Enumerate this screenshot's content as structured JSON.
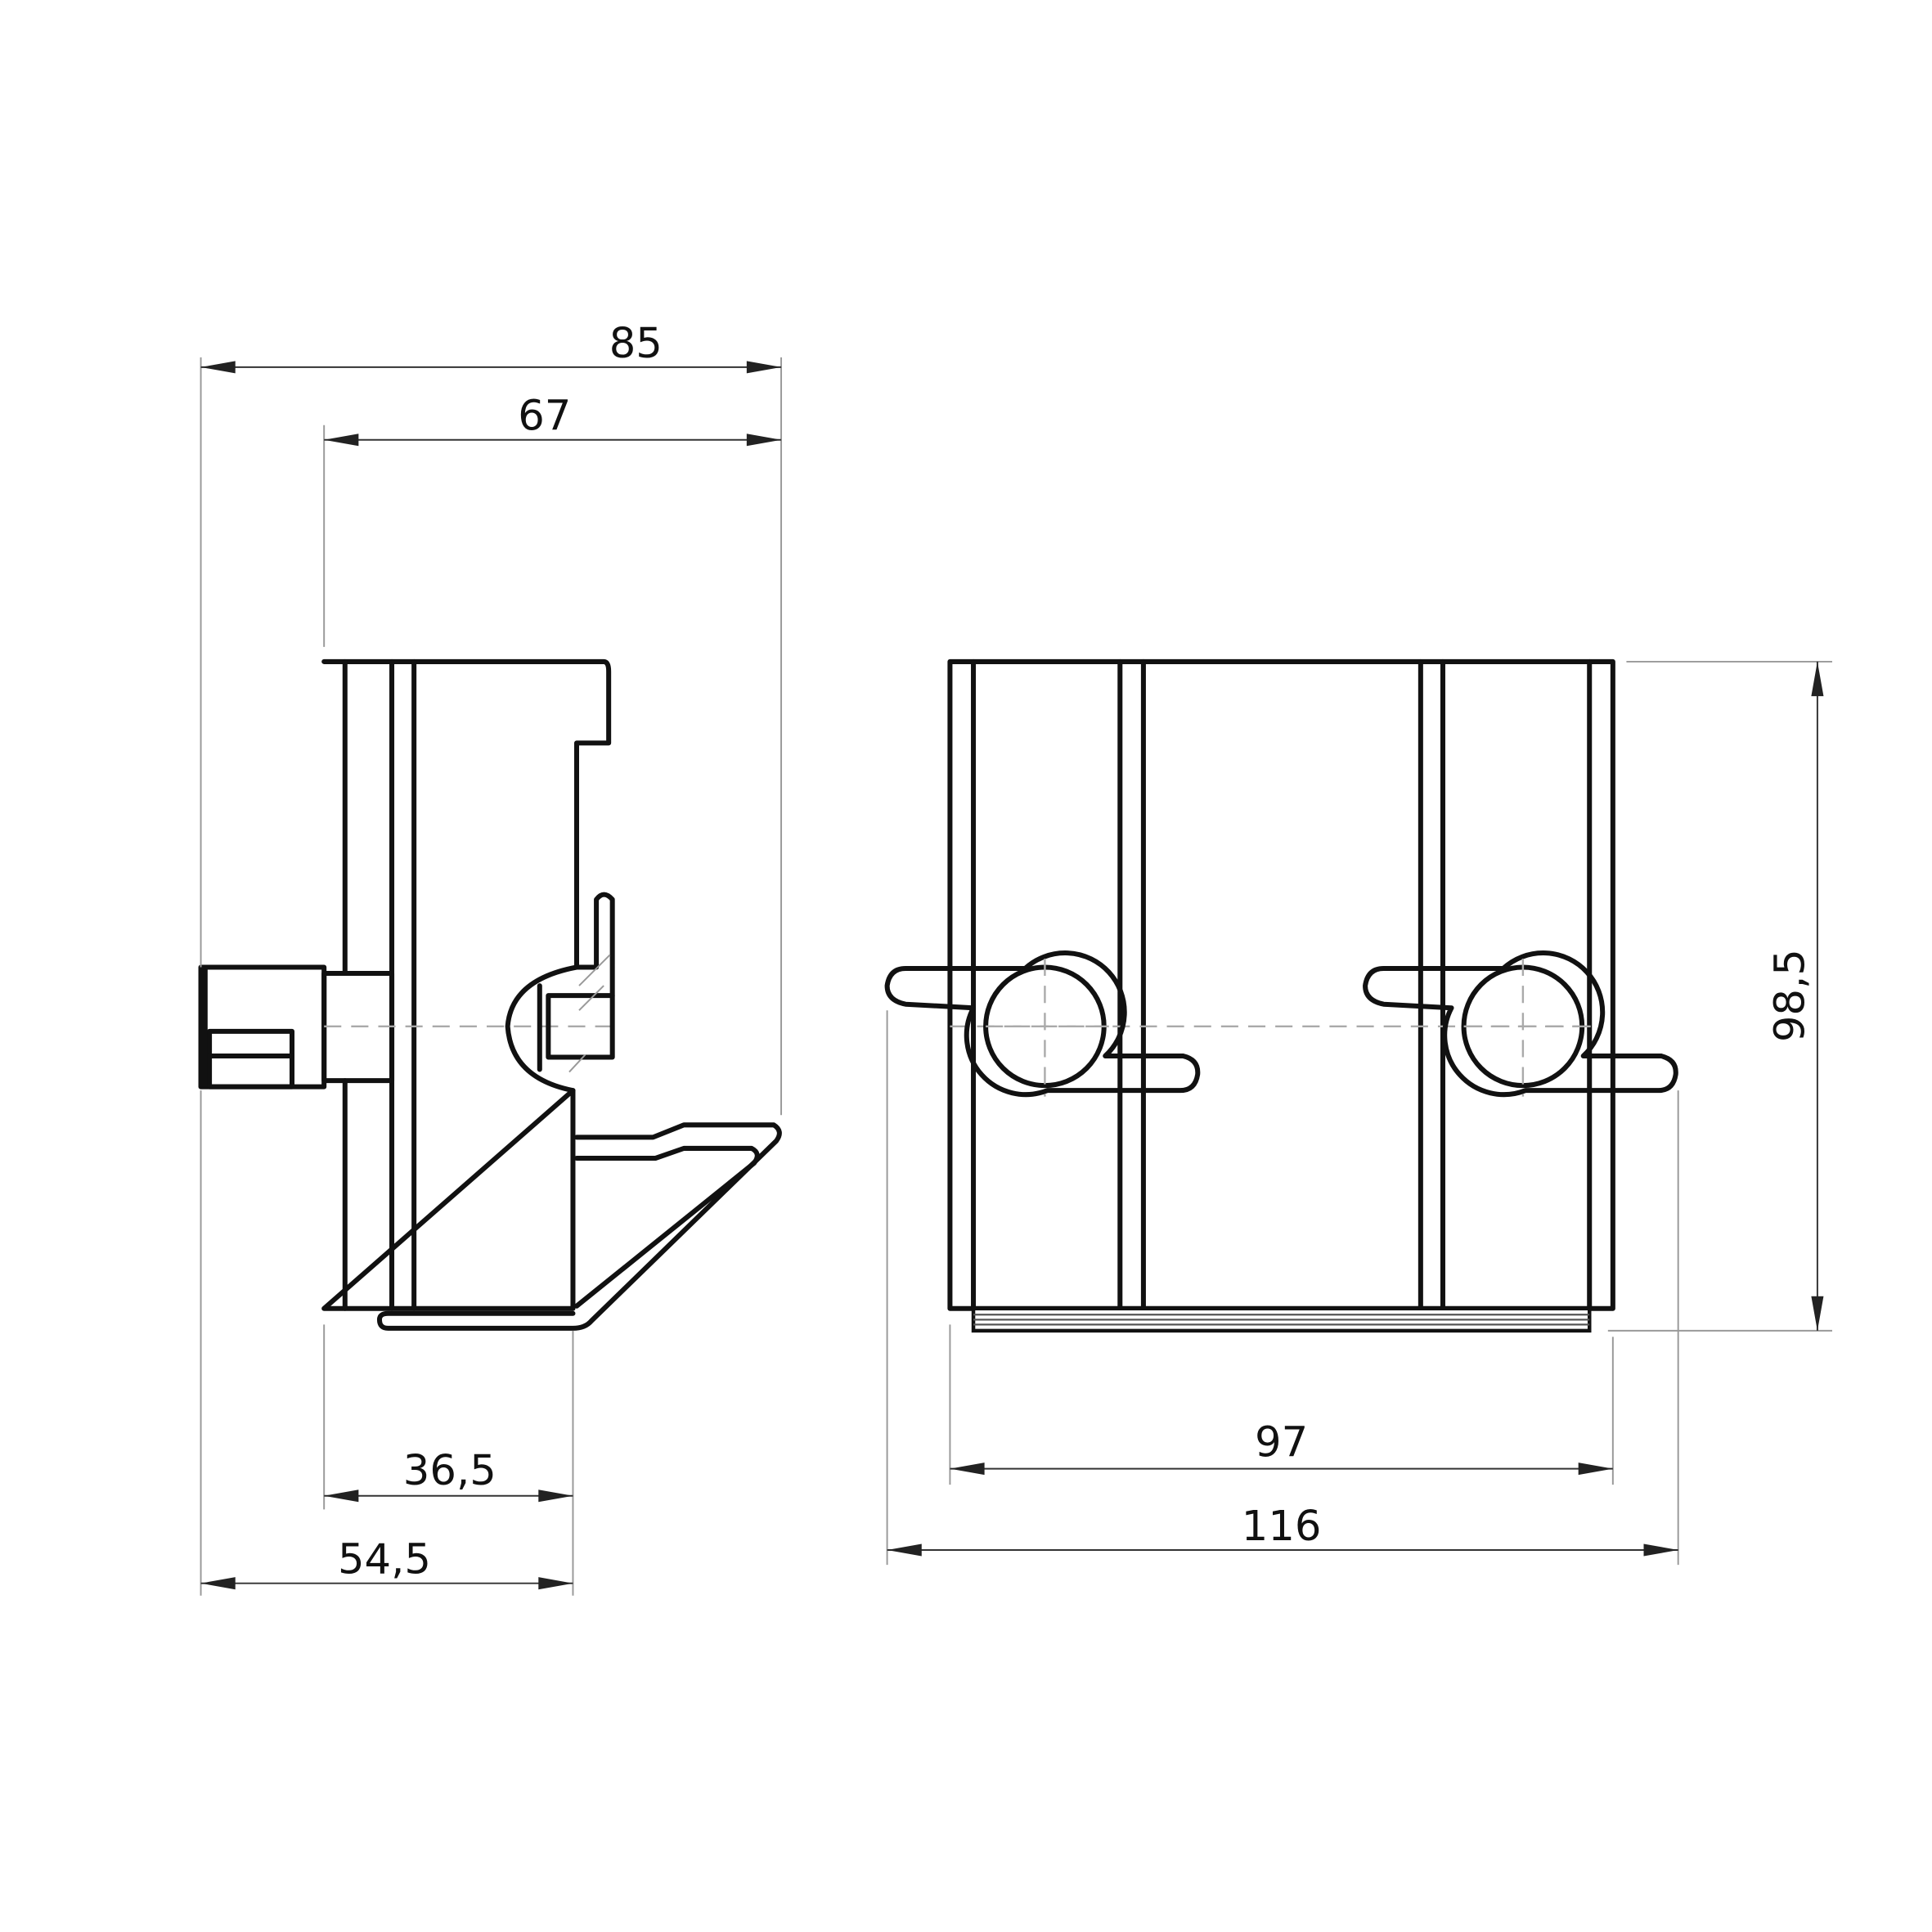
{
  "dimensions": {
    "overall_depth": "85",
    "body_depth": "67",
    "lower_depth": "36,5",
    "lower_depth_with_gland": "54,5",
    "body_width": "97",
    "overall_width": "116",
    "height": "98,5"
  },
  "colors": {
    "line": "#111111",
    "dimension": "#333333",
    "background": "#ffffff"
  }
}
